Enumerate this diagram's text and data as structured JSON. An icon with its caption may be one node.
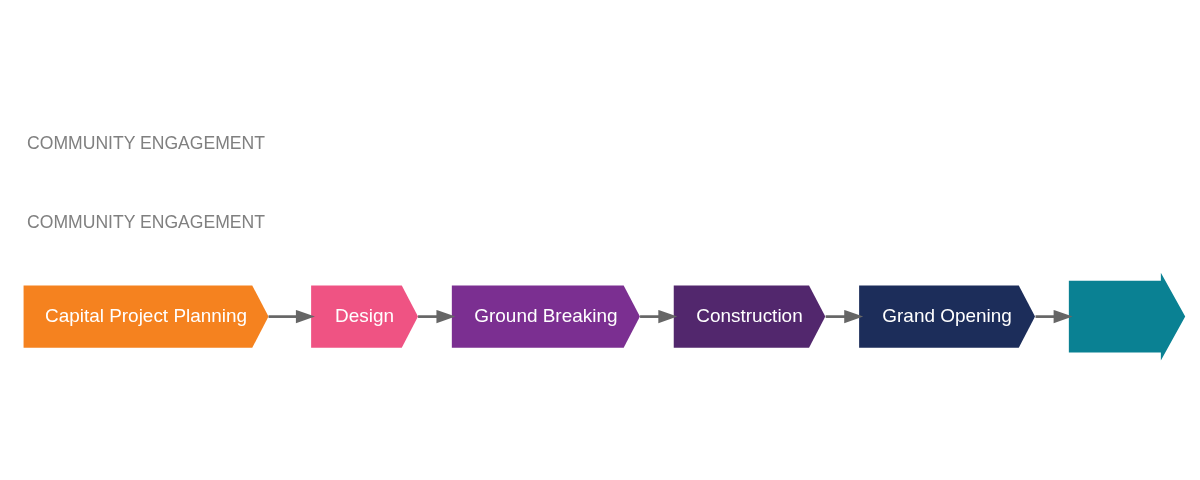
{
  "diagram": {
    "nodes": [
      {
        "text": [
          "Capital Project Planning"
        ]
      },
      {
        "text": [
          "Design"
        ]
      },
      {
        "text": [
          "Ground Breaking"
        ]
      },
      {
        "text": [
          "Construction"
        ]
      },
      {
        "text": [
          "Grand Opening"
        ]
      },
      {
        "text": [],
        "shape": "arrow"
      }
    ],
    "edges": [
      {
        "from": 0,
        "to": 1,
        "arrow": "to"
      },
      {
        "from": 1,
        "to": 2,
        "arrow": "to"
      },
      {
        "from": 2,
        "to": 3,
        "arrow": "to"
      },
      {
        "from": 3,
        "to": 4,
        "arrow": "to"
      },
      {
        "from": 4,
        "to": 5,
        "arrow": "to"
      }
    ],
    "labels": [
      "COMMUNITY ENGAGEMENT",
      "COMMUNITY ENGAGEMENT"
    ]
  }
}
